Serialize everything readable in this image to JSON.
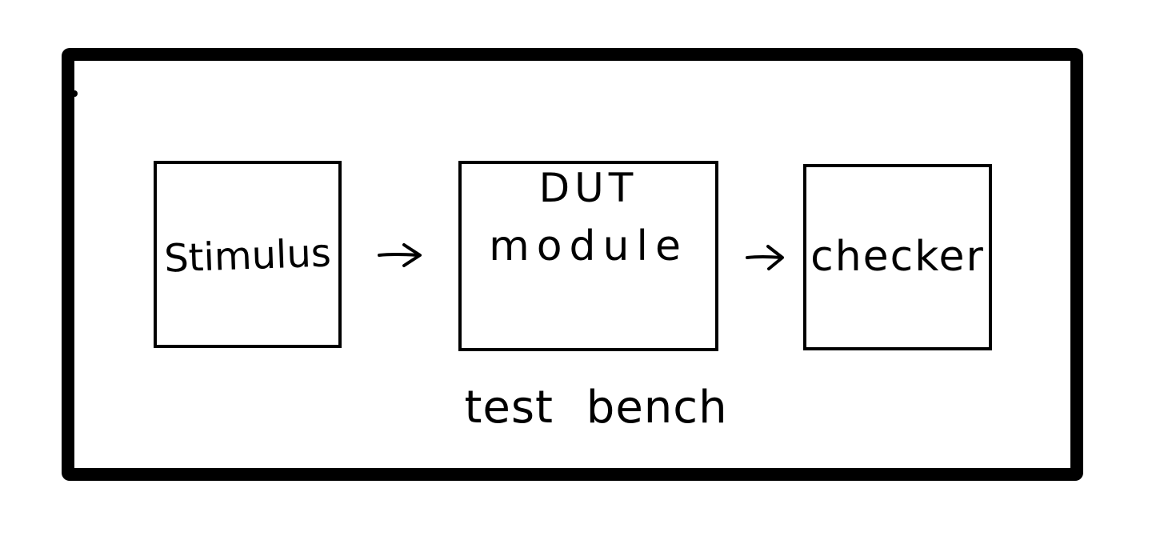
{
  "diagram": {
    "frame": {
      "label": "test bench"
    },
    "blocks": [
      {
        "id": "stimulus",
        "label": "Stimulus"
      },
      {
        "id": "dut",
        "title": "DUT",
        "label": "module"
      },
      {
        "id": "checker",
        "label": "checker"
      }
    ],
    "connections": [
      {
        "from": "stimulus",
        "to": "dut"
      },
      {
        "from": "dut",
        "to": "checker"
      }
    ]
  },
  "colors": {
    "stroke": "#000000",
    "background": "#ffffff"
  }
}
